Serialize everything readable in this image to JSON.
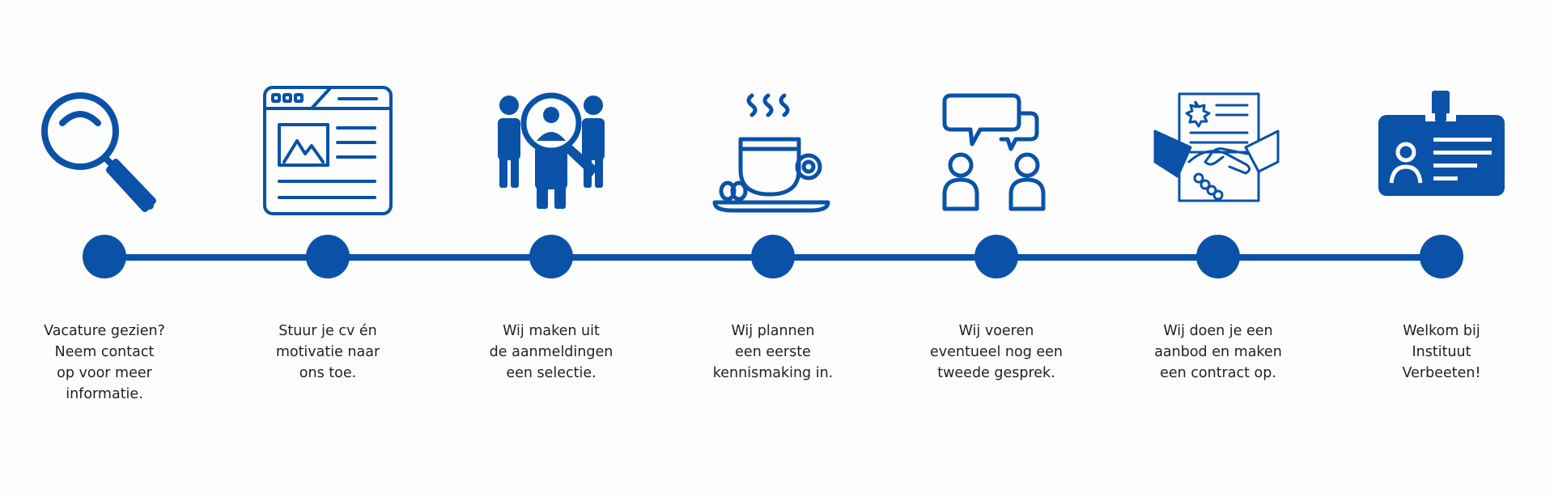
{
  "accent_color": "#0a52a8",
  "steps": [
    {
      "icon": "magnifier-icon",
      "lines": [
        "Vacature gezien?",
        "Neem contact",
        "op voor meer",
        "informatie."
      ]
    },
    {
      "icon": "browser-window-icon",
      "lines": [
        "Stuur je cv én",
        "motivatie naar",
        "ons toe."
      ]
    },
    {
      "icon": "people-search-icon",
      "lines": [
        "Wij maken uit",
        "de aanmeldingen",
        "een selectie."
      ]
    },
    {
      "icon": "coffee-cup-icon",
      "lines": [
        "Wij plannen",
        "een eerste",
        "kennismaking in."
      ]
    },
    {
      "icon": "conversation-icon",
      "lines": [
        "Wij voeren",
        "eventueel nog een",
        "tweede gesprek."
      ]
    },
    {
      "icon": "contract-handshake-icon",
      "lines": [
        "Wij doen je een",
        "aanbod en maken",
        "een contract op."
      ]
    },
    {
      "icon": "id-badge-icon",
      "lines": [
        "Welkom bij",
        "Instituut",
        "Verbeeten!"
      ]
    }
  ]
}
